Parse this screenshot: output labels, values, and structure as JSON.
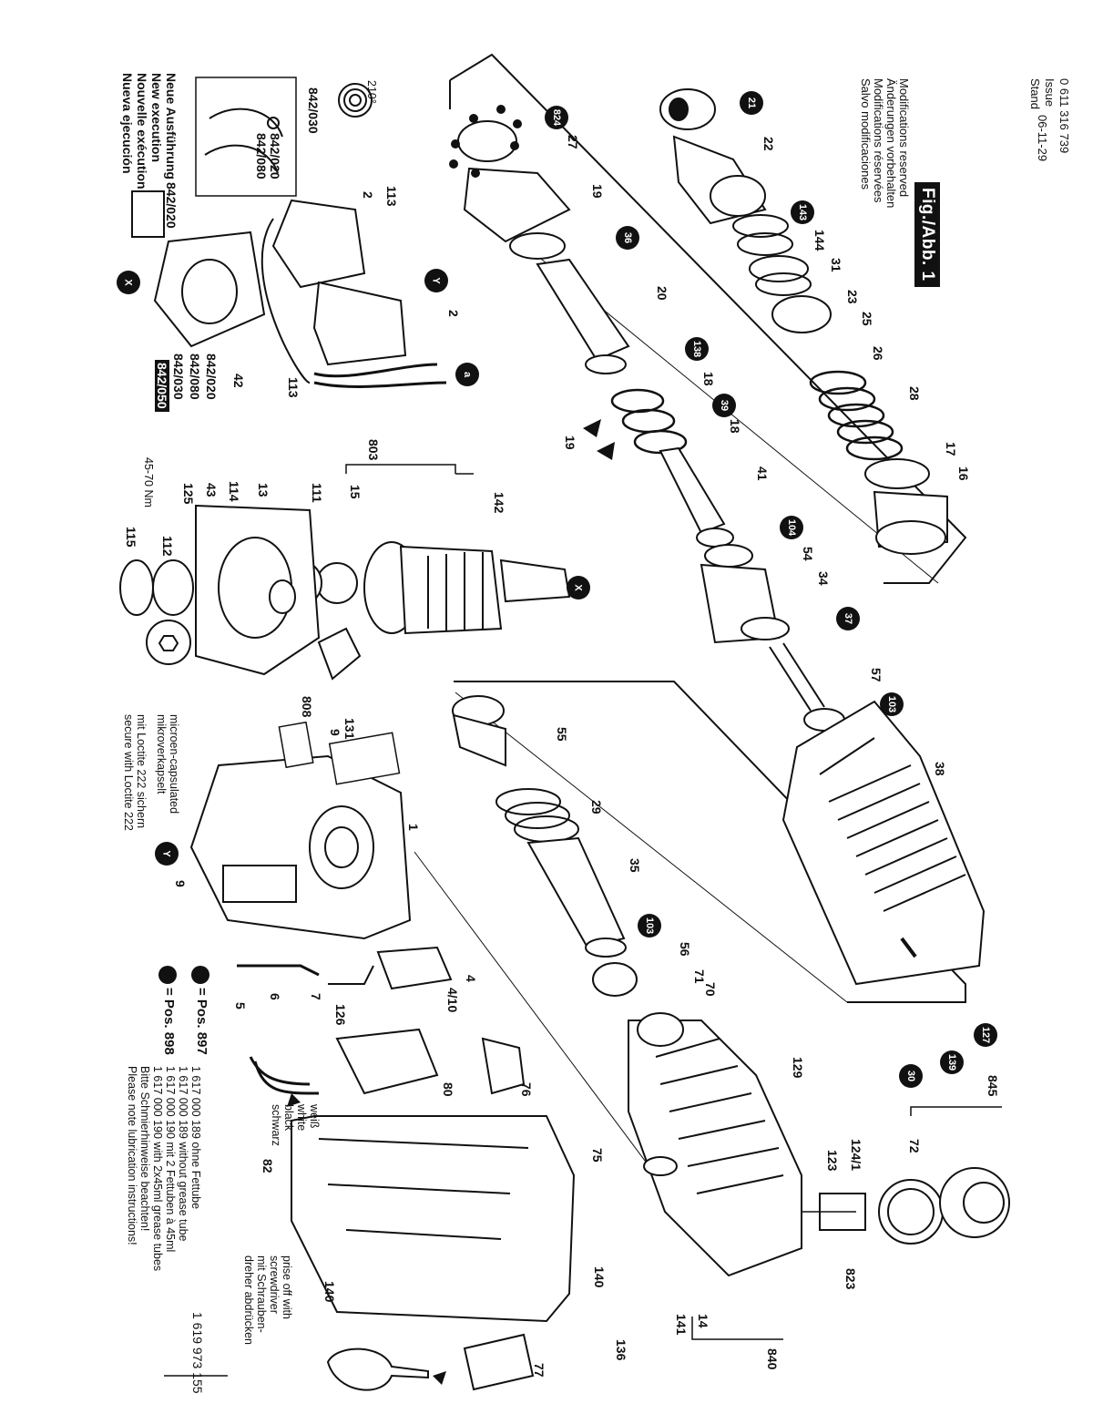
{
  "header": {
    "part_number": "0 611 316 739",
    "issue_label": "Issue",
    "stand_label": "Stand",
    "date": "06-11-29",
    "figure_title": "Fig./Abb. 1",
    "modifications": [
      "Modifications reserved",
      "Änderungen vorbehalten",
      "Modifications réservées",
      "Salvo modificaciones"
    ]
  },
  "new_version": {
    "lines": [
      "Neue Ausführung",
      "New execution",
      "Nouvelle exécution",
      "Nueva ejecución"
    ],
    "part": "842/020"
  },
  "detail_inset": {
    "angle": "210°",
    "labels": [
      "842/030",
      "842/020",
      "842/080"
    ]
  },
  "group_42": {
    "label": "42",
    "items": [
      "842/020",
      "842/080",
      "842/030",
      "842/050"
    ]
  },
  "parts": {
    "top_row": [
      "21",
      "22",
      "143",
      "144",
      "31",
      "23",
      "25",
      "26",
      "28",
      "17",
      "16"
    ],
    "upper_mid": [
      "824",
      "27",
      "19",
      "36",
      "20",
      "138",
      "18",
      "39",
      "18",
      "19",
      "41",
      "104",
      "54",
      "34",
      "37",
      "57",
      "103",
      "38"
    ],
    "motor": [
      "113",
      "2",
      "Y",
      "2",
      "113",
      "a",
      "X"
    ],
    "armature": [
      "803",
      "142",
      "111",
      "15",
      "13",
      "114",
      "43",
      "125",
      "112",
      "115",
      "X"
    ],
    "housing": [
      "808",
      "131",
      "9",
      "1",
      "Y",
      "9"
    ],
    "tube": [
      "55",
      "29",
      "35",
      "103",
      "56",
      "71",
      "70"
    ],
    "switch": [
      "4",
      "4/10",
      "7",
      "6",
      "5",
      "126",
      "80",
      "76"
    ],
    "gear": [
      "845",
      "127",
      "139",
      "30",
      "72",
      "124/1",
      "123",
      "129",
      "823",
      "14",
      "141",
      "840",
      "136"
    ],
    "handle": [
      "82",
      "75",
      "140",
      "140",
      "77"
    ]
  },
  "torque": "45-70 Nm",
  "legend": {
    "star_circle": [
      "microen-capsulated",
      "mikroverkapselt"
    ],
    "star": [
      "mit Loctite 222 sichern",
      "secure with Loctite 222"
    ]
  },
  "wiring": {
    "white": [
      "weiß",
      "white"
    ],
    "black": [
      "black",
      "schwarz"
    ],
    "prise": [
      "prise off with",
      "screwdriver",
      "mit Schrauben-",
      "dreher abdrücken"
    ]
  },
  "grease": {
    "pos897": "= Pos. 897",
    "pos898": "= Pos. 898",
    "lines": [
      "1 617 000 189 ohne Fettube",
      "1 617 000 189 without grease tube",
      "1 617 000 190 mit 2 Fettuben à 45ml",
      "1 617 000 190 with 2x45ml grease tubes",
      "Bitte Schmierhinweise beachten!",
      "Please note lubrication instructions!"
    ]
  },
  "footer_number": "1 619 973 155"
}
